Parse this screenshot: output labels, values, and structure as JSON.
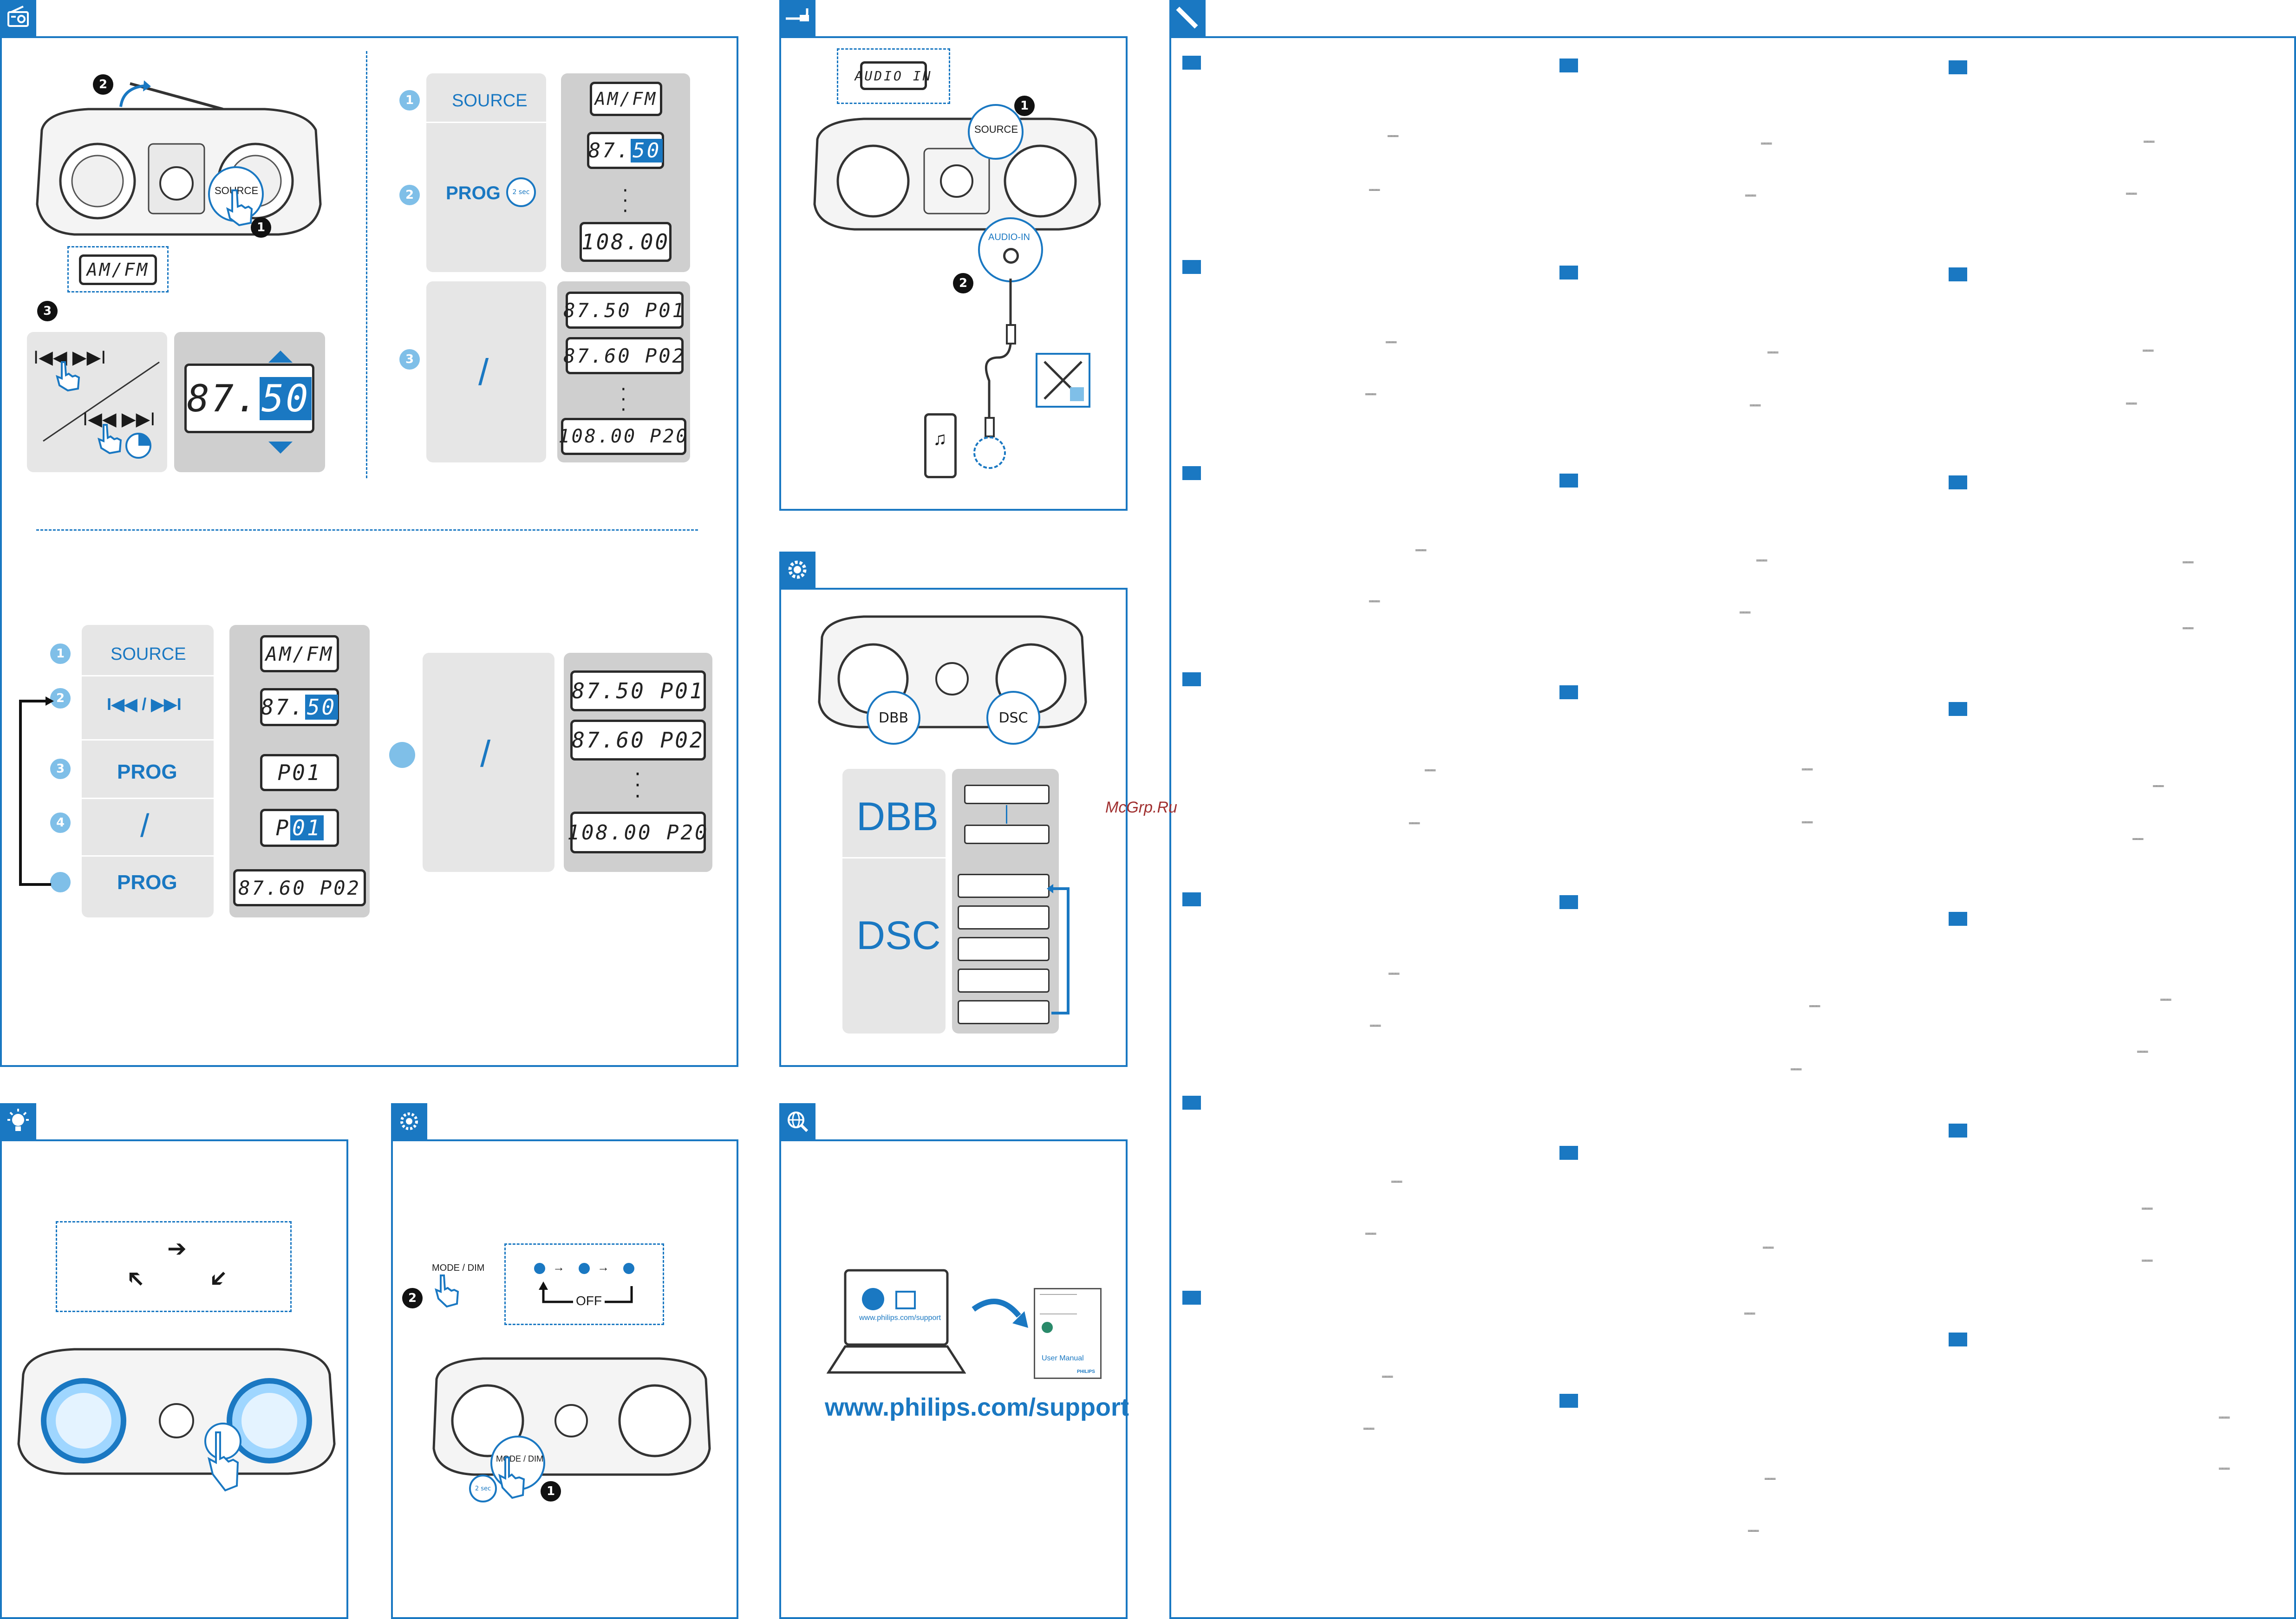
{
  "radio": {
    "lcd_amfm": "AM/FM",
    "step2": "2",
    "step1": "1",
    "step3": "3",
    "source_label": "SOURCE",
    "lcd_freq_a": "87.",
    "lcd_freq_b": "50",
    "auto": {
      "n1": "1",
      "n2": "2",
      "n3": "3",
      "source": "SOURCE",
      "prog": "PROG",
      "two_sec": "2 sec",
      "slash": "/",
      "lcd1": "AM/FM",
      "lcd2a": "87.",
      "lcd2b": "50",
      "lcd3": "108.00",
      "preset1": "87.50 P01",
      "preset2": "87.60 P02",
      "preset3": "108.00 P20"
    },
    "manual": {
      "n1": "1",
      "n2": "2",
      "n3": "3",
      "n4": "4",
      "source": "SOURCE",
      "skip": "I◀◀ / ▶▶I",
      "prog1": "PROG",
      "slash": "/",
      "prog2": "PROG",
      "lcd1": "AM/FM",
      "lcd2a": "87.",
      "lcd2b": "50",
      "lcd3": "P01",
      "lcd4a": "P",
      "lcd4b": "01",
      "lcd5": "87.60 P02",
      "slash2": "/",
      "preset1": "87.50 P01",
      "preset2": "87.60 P02",
      "preset3": "108.00 P20"
    }
  },
  "audio_in": {
    "lcd": "AUDIO IN",
    "source": "SOURCE",
    "jack": "AUDIO-IN",
    "n1": "1",
    "n2": "2"
  },
  "sound": {
    "dbb_btn": "DBB",
    "dsc_btn": "DSC",
    "dbb_label": "DBB",
    "dsc_label": "DSC"
  },
  "light": {
    "mode_dim": "MODE / DIM",
    "mode_dim2": "MODE / DIM",
    "off": "OFF",
    "two_sec": "2 sec",
    "n1": "1",
    "n2": "2"
  },
  "support": {
    "url_small": "www.philips.com/support",
    "url": "www.philips.com/support",
    "manual": "User Manual",
    "brand": "PHILIPS"
  },
  "watermark": "McGrp.Ru",
  "colors": {
    "accent": "#1a78c2",
    "light_accent": "#7fbfe8",
    "panel_grey": "#e6e6e6",
    "lcd_grey": "#cfcfcf"
  }
}
